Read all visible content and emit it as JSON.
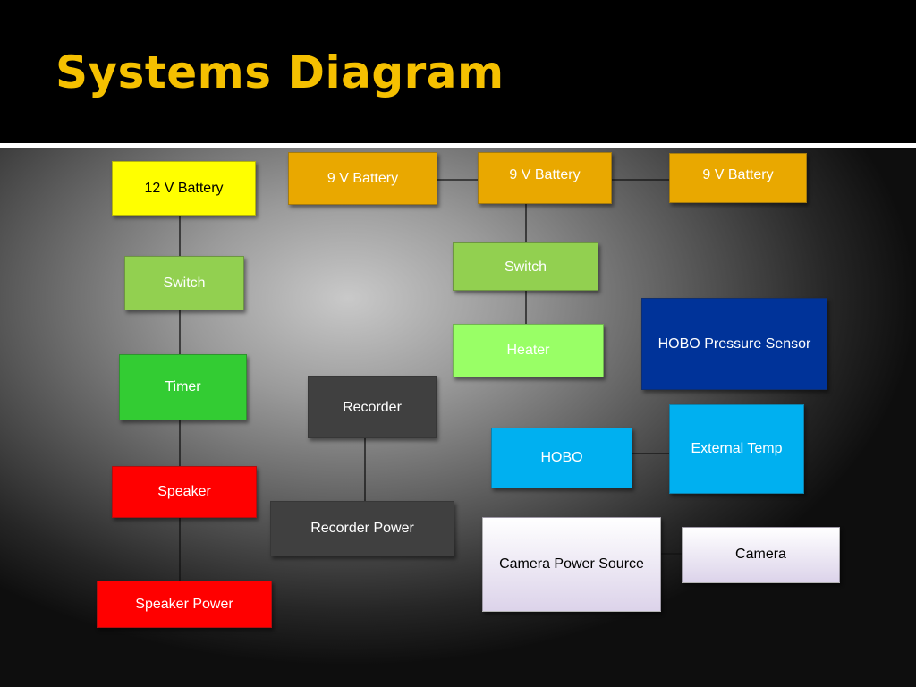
{
  "title": "Systems Diagram",
  "nodes": {
    "battery_12v": {
      "label": "12 V Battery",
      "fill": "#ffff00",
      "text_color": "#000000"
    },
    "battery_9v_a": {
      "label": "9 V Battery",
      "fill": "#e9a800",
      "text_color": "#ffffff"
    },
    "battery_9v_b": {
      "label": "9 V Battery",
      "fill": "#e9a800",
      "text_color": "#ffffff"
    },
    "battery_9v_c": {
      "label": "9 V Battery",
      "fill": "#e9a800",
      "text_color": "#ffffff"
    },
    "switch_left": {
      "label": "Switch",
      "fill": "#92d050",
      "text_color": "#ffffff"
    },
    "switch_right": {
      "label": "Switch",
      "fill": "#92d050",
      "text_color": "#ffffff"
    },
    "heater": {
      "label": "Heater",
      "fill": "#99ff66",
      "text_color": "#ffffff"
    },
    "hobo_pressure_sensor": {
      "label": "HOBO Pressure Sensor",
      "fill": "#003399",
      "text_color": "#ffffff"
    },
    "timer": {
      "label": "Timer",
      "fill": "#33cc33",
      "text_color": "#ffffff"
    },
    "recorder": {
      "label": "Recorder",
      "fill": "#404040",
      "text_color": "#ffffff"
    },
    "external_temp": {
      "label": "External Temp",
      "fill": "#00b0f0",
      "text_color": "#ffffff"
    },
    "hobo": {
      "label": "HOBO",
      "fill": "#00b0f0",
      "text_color": "#ffffff"
    },
    "speaker": {
      "label": "Speaker",
      "fill": "#ff0000",
      "text_color": "#ffffff"
    },
    "recorder_power": {
      "label": "Recorder Power",
      "fill": "#404040",
      "text_color": "#ffffff"
    },
    "camera_power_source": {
      "label": "Camera Power Source",
      "fill": "#ffffff",
      "text_color": "#000000"
    },
    "camera": {
      "label": "Camera",
      "fill": "#ffffff",
      "text_color": "#000000"
    },
    "speaker_power": {
      "label": "Speaker Power",
      "fill": "#ff0000",
      "text_color": "#ffffff"
    }
  },
  "connections": [
    [
      "battery_12v",
      "switch_left"
    ],
    [
      "switch_left",
      "timer"
    ],
    [
      "timer",
      "speaker"
    ],
    [
      "speaker",
      "speaker_power"
    ],
    [
      "battery_9v_a",
      "battery_9v_b"
    ],
    [
      "battery_9v_b",
      "battery_9v_c"
    ],
    [
      "battery_9v_b",
      "switch_right"
    ],
    [
      "switch_right",
      "heater"
    ],
    [
      "recorder",
      "recorder_power"
    ],
    [
      "hobo",
      "external_temp"
    ],
    [
      "camera_power_source",
      "camera"
    ]
  ]
}
